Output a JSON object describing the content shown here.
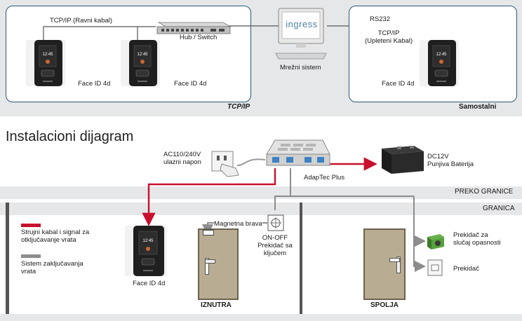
{
  "top_section": {
    "left_panel": {
      "link_label": "TCP/IP (Ravni kabal)",
      "hub_label": "Hub / Switch",
      "device_1_label": "Face ID 4d",
      "device_2_label": "Face ID 4d",
      "footer_label": "TCP/IP"
    },
    "center": {
      "screen_text": "ingress",
      "pc_label": "Mrežni sistem"
    },
    "right_panel": {
      "rs232_label": "RS232",
      "link_label_line1": "TCP/IP",
      "link_label_line2": "(Upleteni Kabal)",
      "device_label": "Face ID 4d",
      "footer_label": "Samostalni"
    }
  },
  "install": {
    "title": "Instalacioni dijagram",
    "power_label_line1": "AC110/240V",
    "power_label_line2": "ulazni napon",
    "controller_label": "AdapTec Plus",
    "battery_label_line1": "DC12V",
    "battery_label_line2": "Punjiva Baterija",
    "band_1_label": "PREKO GRANICE",
    "band_2_label": "GRANICA",
    "legend": {
      "red_line1": "Strujni kabal i signal za",
      "red_line2": "otključavanje vrata",
      "gray_line1": "Sistem zaključavanja",
      "gray_line2": "vrata",
      "red_color": "#c8102e",
      "gray_color": "#8c8c8c"
    },
    "device_label": "Face ID 4d",
    "magnet_label": "Magnetna brava",
    "switch_label_line1": "ON-OFF",
    "switch_label_line2": "Prekidač sa",
    "switch_label_line3": "ključem",
    "emergency_line1": "Prekidač za",
    "emergency_line2": "slučaj opasnosti",
    "exit_label": "Prekidač",
    "inside_label": "IZNUTRA",
    "outside_label": "SPOLJA"
  },
  "colors": {
    "panel_border": "#2b5a78",
    "band": "#e6e7e9",
    "door": "#b8ad92",
    "red_wire": "#c8102e"
  }
}
